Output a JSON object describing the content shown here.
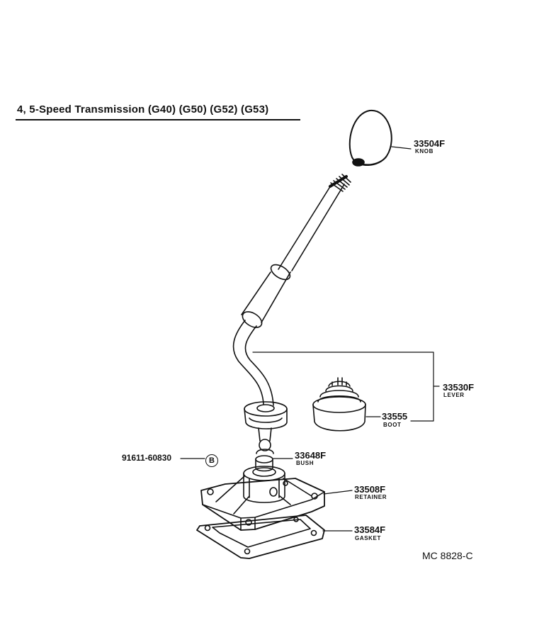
{
  "title": "4, 5-Speed Transmission (G40) (G50) (G52) (G53)",
  "parts": [
    {
      "number": "33504F",
      "name": "KNOB"
    },
    {
      "number": "33530F",
      "name": "LEVER"
    },
    {
      "number": "33555",
      "name": "BOOT"
    },
    {
      "number": "33648F",
      "name": "BUSH"
    },
    {
      "number": "33508F",
      "name": "RETAINER"
    },
    {
      "number": "33584F",
      "name": "GASKET"
    }
  ],
  "bolt": {
    "number": "91611-60830",
    "symbol": "B"
  },
  "ref_code": "MC 8828-C"
}
